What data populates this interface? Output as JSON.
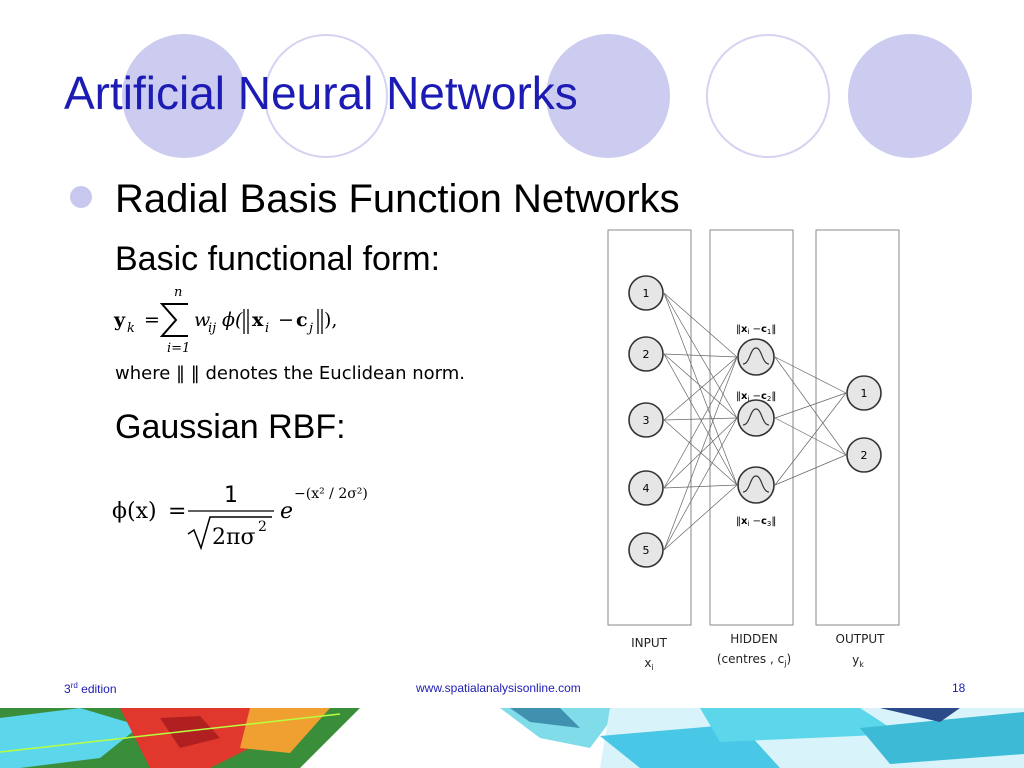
{
  "slide": {
    "title": "Artificial Neural Networks",
    "bullet": "Radial Basis Function Networks",
    "basic_form_label": "Basic functional form:",
    "norm_note": {
      "prefix": "where",
      "norm_symbol": "‖ ‖",
      "suffix": "denotes the Euclidean norm."
    },
    "gaussian_label": "Gaussian RBF:"
  },
  "formulas": {
    "rbf_network": {
      "lhs": "y",
      "lhs_sub": "k",
      "equals": "=",
      "sum_upper": "n",
      "sum_lower": "i=1",
      "weight": "w",
      "weight_sub": "ij",
      "phi": "ϕ(",
      "vec_x": "x",
      "x_sub": "i",
      "minus": "−",
      "vec_c": "c",
      "c_sub": "j",
      "close": "),"
    },
    "gaussian": {
      "lhs": "ϕ(x)",
      "equals": "=",
      "numerator": "1",
      "denominator": "2πσ",
      "denominator_sup": "2",
      "base": "e",
      "exponent": "−(x² / 2σ²)"
    }
  },
  "diagram": {
    "input_nodes": [
      "1",
      "2",
      "3",
      "4",
      "5"
    ],
    "hidden_norm_labels": [
      {
        "x": "x",
        "x_sub": "i",
        "minus": "−",
        "c": "c",
        "c_sub": "1"
      },
      {
        "x": "x",
        "x_sub": "i",
        "minus": "−",
        "c": "c",
        "c_sub": "2"
      },
      {
        "x": "x",
        "x_sub": "i",
        "minus": "−",
        "c": "c",
        "c_sub": "3"
      }
    ],
    "output_nodes": [
      "1",
      "2"
    ],
    "columns": [
      {
        "label": "INPUT",
        "sub": "x",
        "sub_index": "i"
      },
      {
        "label": "HIDDEN",
        "sub": "(centres , c",
        "sub_index": "j",
        "sub_close": ")"
      },
      {
        "label": "OUTPUT",
        "sub": "y",
        "sub_index": "k"
      }
    ]
  },
  "footer": {
    "edition_num": "3",
    "edition_sup": "rd",
    "edition_word": "edition",
    "website": "www.spatialanalysisonline.com",
    "page_number": "18"
  },
  "colors": {
    "title": "#1c1cb4",
    "deco_circle": "#ccccf0",
    "bullet": "#c8c8ef",
    "map_cyan": "#5cd6ea",
    "map_red": "#e0382c"
  }
}
